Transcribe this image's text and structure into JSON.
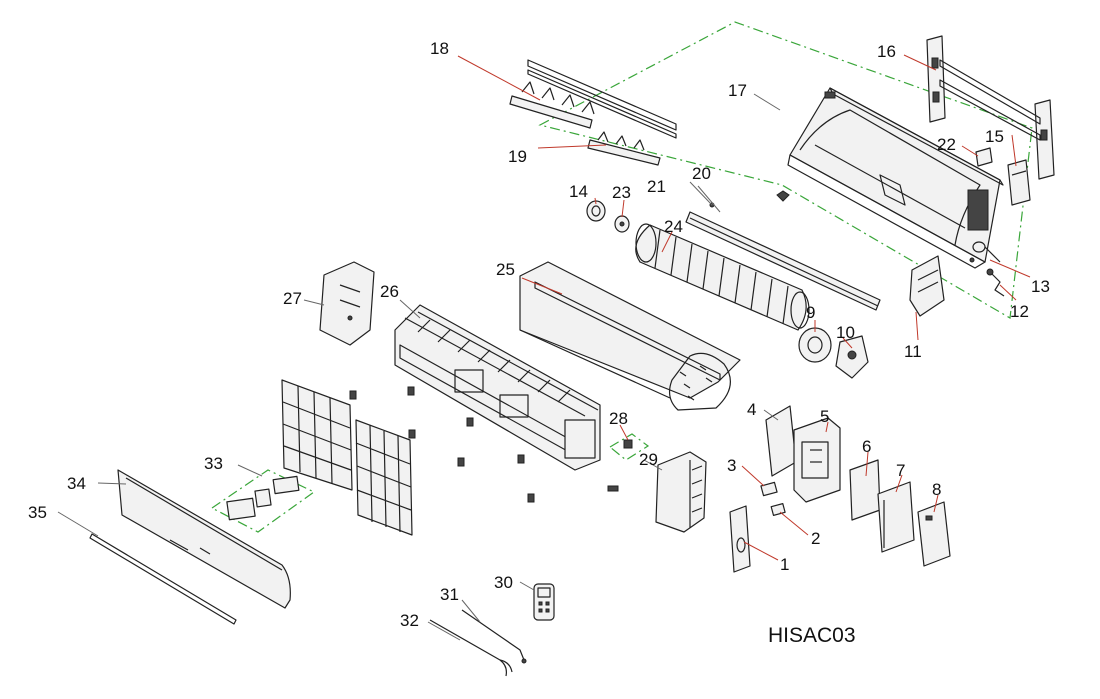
{
  "diagram": {
    "model_code": "HISAC03",
    "part_numbers": [
      "1",
      "2",
      "3",
      "4",
      "5",
      "6",
      "7",
      "8",
      "9",
      "10",
      "11",
      "12",
      "13",
      "14",
      "15",
      "16",
      "17",
      "18",
      "19",
      "20",
      "21",
      "22",
      "23",
      "24",
      "25",
      "26",
      "27",
      "28",
      "29",
      "30",
      "31",
      "32",
      "33",
      "34",
      "35"
    ],
    "colors": {
      "outline": "#222222",
      "leader_line": "#c0392b",
      "group_boundary": "#3aa63a"
    }
  }
}
